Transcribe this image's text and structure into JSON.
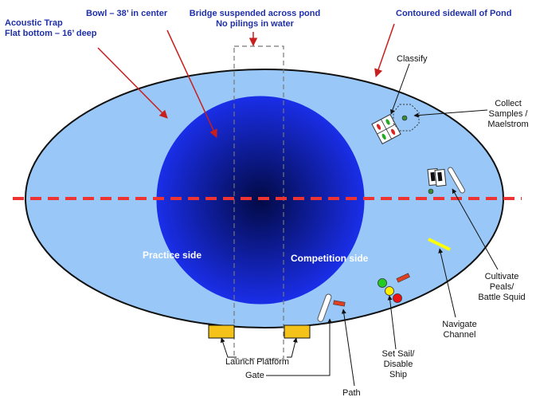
{
  "colors": {
    "pond": "#99c8f8",
    "pond_border": "#111111",
    "bowl_edge": "#1a2ee8",
    "bowl_center": "#020a45",
    "centerline": "#ee3333",
    "title_text": "#1f2fa8",
    "platform": "#f5c21a",
    "navigate_bar": "#ffff00"
  },
  "titles": {
    "acoustic_trap": [
      "Acoustic Trap",
      "Flat bottom – 16’ deep"
    ],
    "bowl": "Bowl – 38’ in center",
    "bridge": [
      "Bridge suspended across pond",
      "No pilings in water"
    ],
    "sidewall": "Contoured sidewall of Pond"
  },
  "sides": {
    "practice": "Practice side",
    "competition": "Competition side"
  },
  "tasks": {
    "classify": "Classify",
    "collect": [
      "Collect",
      "Samples /",
      "Maelstrom"
    ],
    "cultivate": [
      "Cultivate",
      "Peals/",
      "Battle Squid"
    ],
    "navigate": [
      "Navigate",
      "Channel"
    ],
    "set_sail": [
      "Set Sail/",
      "Disable",
      "Ship"
    ],
    "path": "Path",
    "launch_platform": "Launch Platform",
    "gate": "Gate"
  },
  "icons": {
    "pond": "ellipse-pond",
    "bowl": "radial-bowl",
    "bridge": "dashed-rectangle",
    "classify_panel": "tilted-card-with-markers",
    "collect_zone": "dotted-octagon",
    "cultivate_panels": "twin-tilted-cards",
    "set_sail_buoys": "colored-circles",
    "arrows": "callout-arrows"
  }
}
